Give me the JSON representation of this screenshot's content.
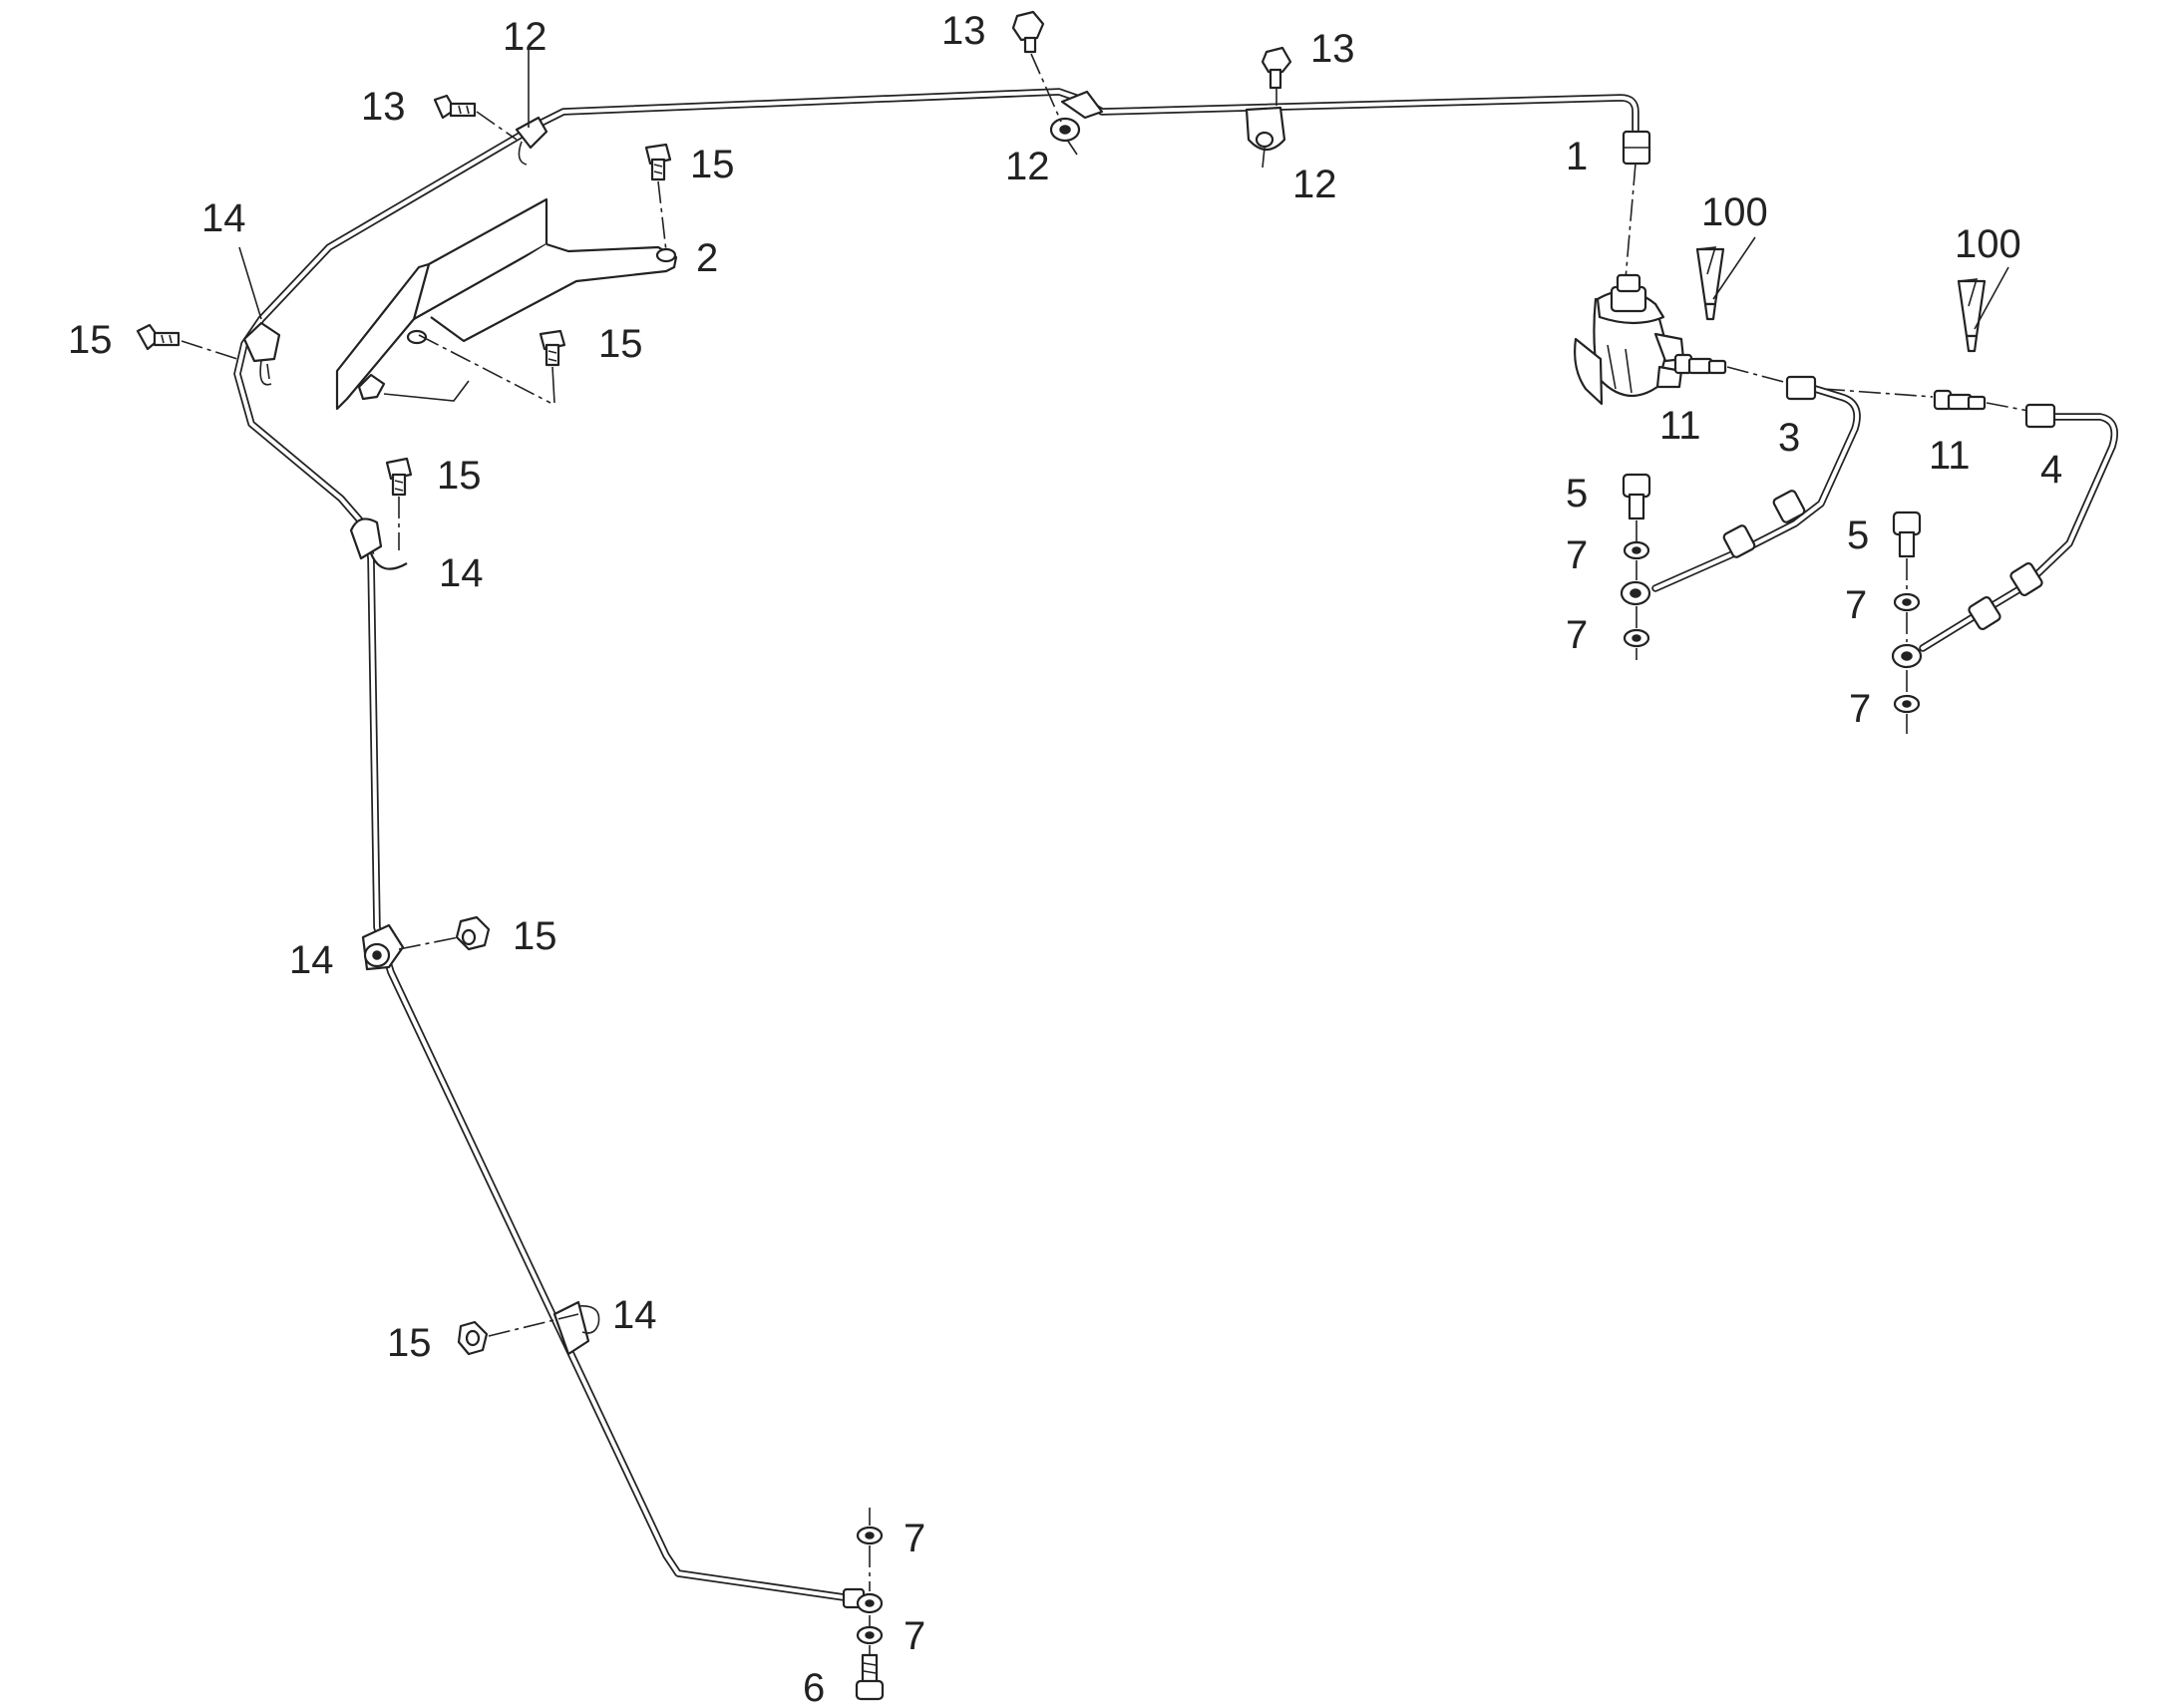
{
  "colors": {
    "line": "#222222",
    "background": "#ffffff"
  },
  "callouts": {
    "c1": "1",
    "c2": "2",
    "c3": "3",
    "c4": "4",
    "c5a": "5",
    "c5b": "5",
    "c6": "6",
    "c7a": "7",
    "c7b": "7",
    "c7c": "7",
    "c7d": "7",
    "c7e": "7",
    "c7f": "7",
    "c11a": "11",
    "c11b": "11",
    "c12a": "12",
    "c12b": "12",
    "c12c": "12",
    "c13a": "13",
    "c13b": "13",
    "c13c": "13",
    "c14a": "14",
    "c14b": "14",
    "c14c": "14",
    "c14d": "14",
    "c15a": "15",
    "c15b": "15",
    "c15c": "15",
    "c15d": "15",
    "c15e": "15",
    "c15f": "15",
    "c100a": "100",
    "c100b": "100"
  }
}
